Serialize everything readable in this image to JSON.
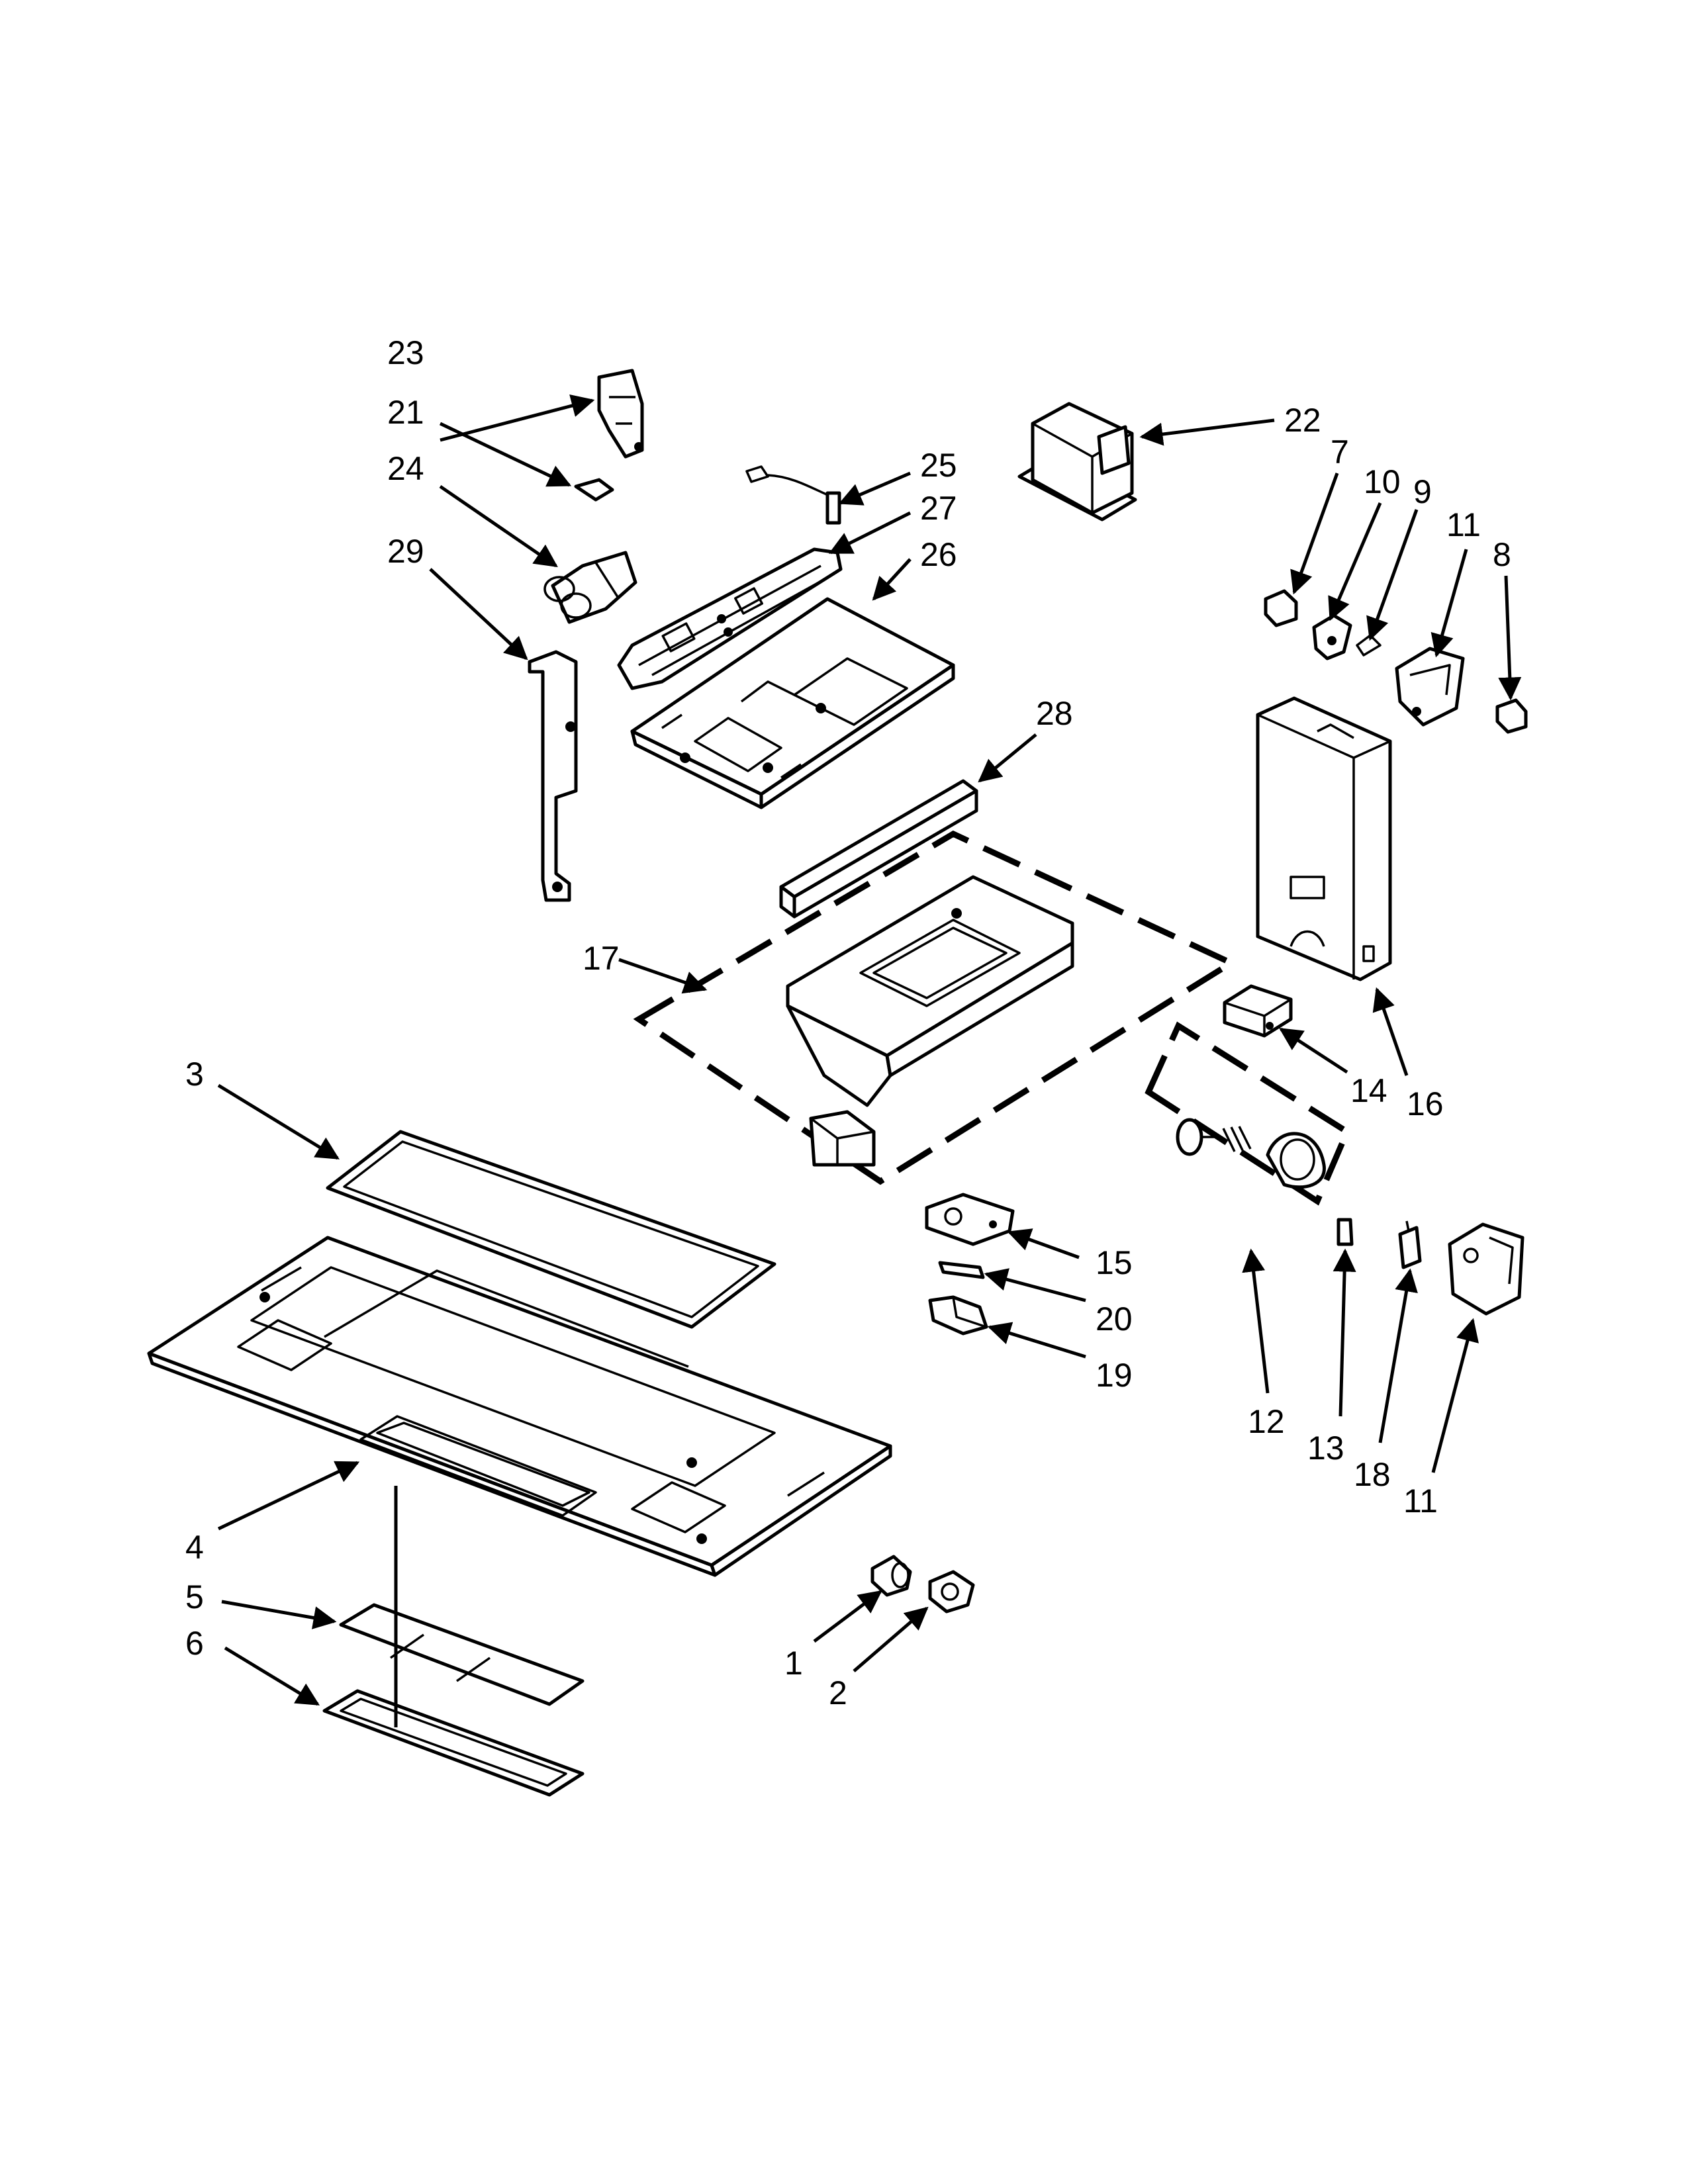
{
  "callouts": [
    "1",
    "2",
    "3",
    "4",
    "5",
    "6",
    "7",
    "8",
    "9",
    "10",
    "11",
    "11",
    "12",
    "13",
    "14",
    "15",
    "16",
    "17",
    "18",
    "19",
    "20",
    "21",
    "22",
    "23",
    "24",
    "25",
    "26",
    "27",
    "28",
    "29"
  ],
  "colors": {
    "ink": "#000000",
    "paper": "#ffffff"
  }
}
